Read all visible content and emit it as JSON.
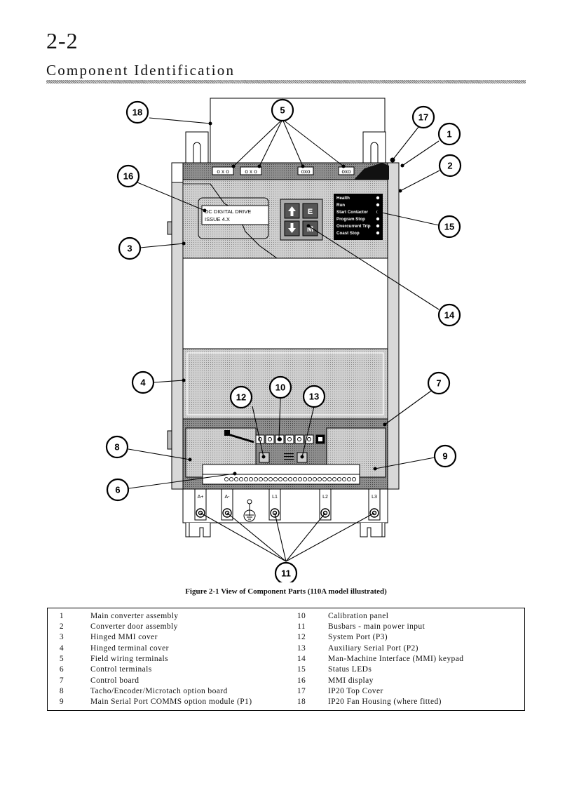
{
  "page": {
    "number": "2-2",
    "title": "Component Identification"
  },
  "figure": {
    "caption": "Figure 2-1  View of Component Parts (110A model illustrated)",
    "callouts": [
      "1",
      "2",
      "3",
      "4",
      "5",
      "6",
      "7",
      "8",
      "9",
      "10",
      "11",
      "12",
      "13",
      "14",
      "15",
      "16",
      "17",
      "18"
    ],
    "display_lines": [
      "DC DIGITAL DRIVE",
      "ISSUE  4.X"
    ],
    "keypad_keys": [
      "E",
      "M"
    ],
    "status_leds": [
      "Health",
      "Run",
      "Start Contactor",
      "Program Stop",
      "Overcurrent Trip",
      "Coast Stop"
    ],
    "busbar_labels": [
      "A+",
      "A-",
      "L1",
      "L2",
      "L3"
    ],
    "icons": [
      "arrow-up-icon",
      "arrow-down-icon",
      "earth-ground-icon"
    ]
  },
  "legend": {
    "left": [
      {
        "num": "1",
        "text": "Main converter assembly"
      },
      {
        "num": "2",
        "text": "Converter door assembly"
      },
      {
        "num": "3",
        "text": "Hinged MMI cover"
      },
      {
        "num": "4",
        "text": "Hinged terminal cover"
      },
      {
        "num": "5",
        "text": "Field wiring terminals"
      },
      {
        "num": "6",
        "text": "Control terminals"
      },
      {
        "num": "7",
        "text": "Control board"
      },
      {
        "num": "8",
        "text": "Tacho/Encoder/Microtach option board"
      },
      {
        "num": "9",
        "text": "Main Serial Port COMMS option module (P1)"
      }
    ],
    "right": [
      {
        "num": "10",
        "text": "Calibration panel"
      },
      {
        "num": "11",
        "text": "Busbars - main power input"
      },
      {
        "num": "12",
        "text": "System Port (P3)"
      },
      {
        "num": "13",
        "text": "Auxiliary Serial Port (P2)"
      },
      {
        "num": "14",
        "text": "Man-Machine Interface (MMI) keypad"
      },
      {
        "num": "15",
        "text": "Status LEDs"
      },
      {
        "num": "16",
        "text": "MMI display"
      },
      {
        "num": "17",
        "text": "IP20 Top Cover"
      },
      {
        "num": "18",
        "text": "IP20 Fan Housing  (where fitted)"
      }
    ]
  }
}
